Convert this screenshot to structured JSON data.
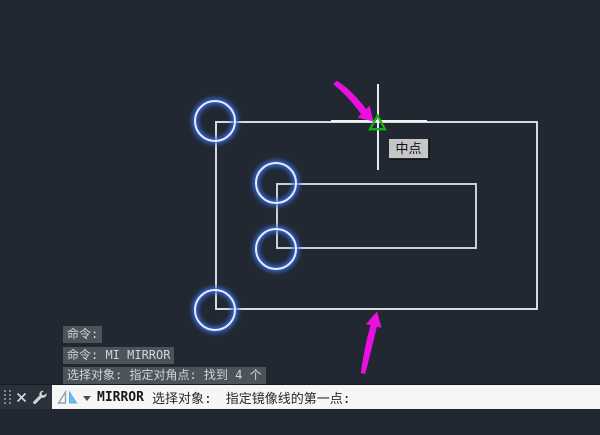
{
  "drawing": {
    "tooltip": "中点",
    "osnap_marker": "midpoint-triangle-icon"
  },
  "history": {
    "lines": [
      "命令:",
      "命令: MI MIRROR",
      "选择对象: 指定对角点: 找到 4 个"
    ]
  },
  "command_bar": {
    "command": "MIRROR",
    "prompt": "选择对象:",
    "message": "指定镜像线的第一点:"
  },
  "icons": {
    "grip": "drag-grip-dots",
    "close": "close-icon",
    "wrench": "wrench-icon",
    "mirror": "mirror-command-icon",
    "dropdown": "chevron-down-icon"
  },
  "colors": {
    "canvas_bg": "#222831",
    "entity_line": "#d7dadd",
    "selection_glow_blue": "#386ee6",
    "annotation_magenta": "#ea10e0",
    "osnap_green": "#12b212",
    "tooltip_bg": "#c4c6c8",
    "command_bar_bg": "#f6f6f6",
    "dock_bg": "#2b313a"
  }
}
